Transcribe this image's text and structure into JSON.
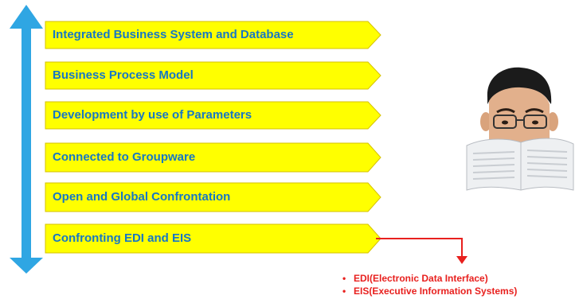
{
  "items": [
    {
      "label": "Integrated Business System and Database"
    },
    {
      "label": "Business Process Model"
    },
    {
      "label": "Development by use of Parameters"
    },
    {
      "label": "Connected to Groupware"
    },
    {
      "label": "Open and Global Confrontation"
    },
    {
      "label": "Confronting EDI and EIS"
    }
  ],
  "notes": [
    {
      "bullet": "•",
      "text": "EDI(Electronic Data Interface)"
    },
    {
      "bullet": "•",
      "text": "EIS(Executive Information Systems)"
    }
  ],
  "colors": {
    "box_fill": "#ffff00",
    "box_border": "#d6c200",
    "text": "#1677c5",
    "arrow": "#2fa6e3",
    "callout": "#e8201e"
  }
}
